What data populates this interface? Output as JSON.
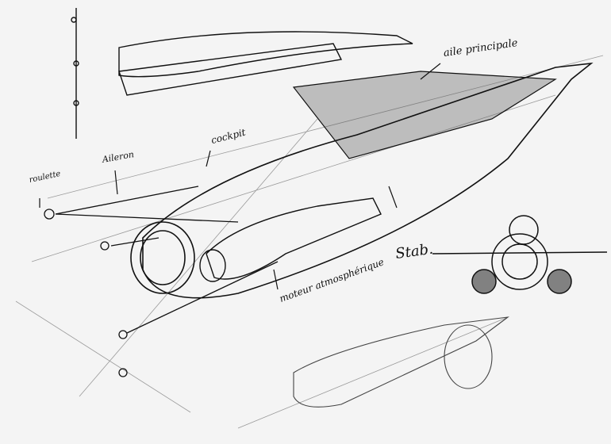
{
  "sketch": {
    "subject": "spacecraft concept sketch",
    "labels": {
      "main_wing": "aile principale",
      "aileron": "Aileron",
      "wheel": "roulette",
      "cockpit": "cockpit",
      "stabilizer": "Stab.",
      "engine": "moteur atmosphérique"
    },
    "colors": {
      "paper": "#f4f4f4",
      "ink": "#111111",
      "light_ink": "#9a9a9a"
    }
  }
}
